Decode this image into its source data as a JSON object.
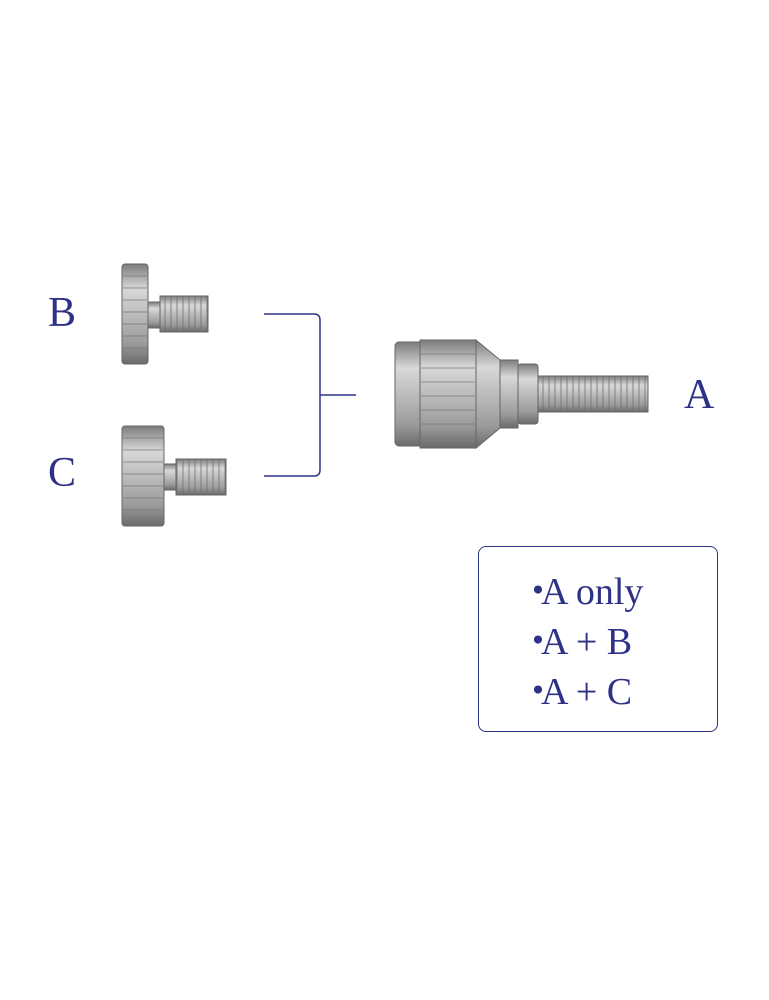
{
  "labels": {
    "a": "A",
    "b": "B",
    "c": "C"
  },
  "legend": {
    "items": [
      {
        "bullet": "・",
        "text": "A only"
      },
      {
        "bullet": "・",
        "text": "A + B"
      },
      {
        "bullet": "・",
        "text": "A + C"
      }
    ]
  },
  "colors": {
    "accent": "#2e3287",
    "metal": "#a9a9a9",
    "metal_dark": "#6e6e6e"
  },
  "icons": [
    "adapter-a-icon",
    "knob-b-icon",
    "knob-c-icon"
  ]
}
